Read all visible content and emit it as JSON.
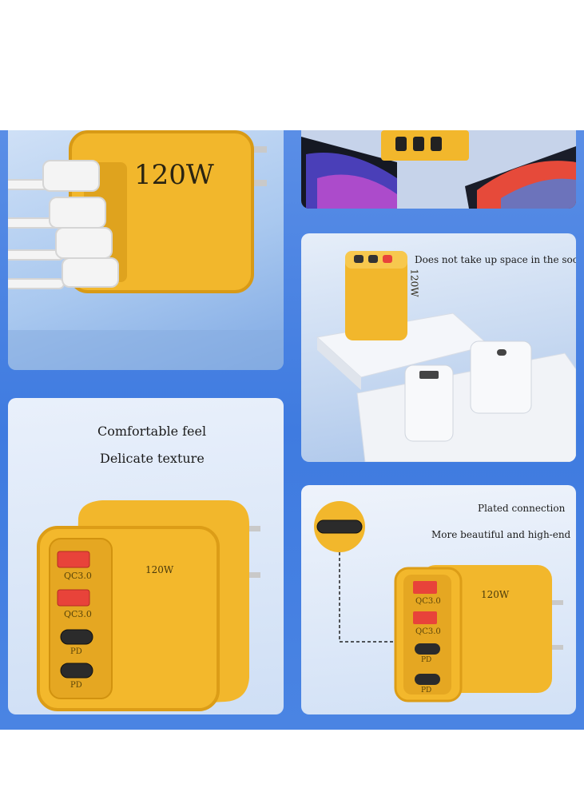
{
  "panel1": {
    "wattage": "120W"
  },
  "panel3": {
    "caption": "Does not take up space in the socket",
    "charger_wattage": "120W"
  },
  "panel4": {
    "line1": "Comfortable feel",
    "line2": "Delicate texture",
    "wattage": "120W",
    "port_labels": [
      "QC3.0",
      "QC3.0",
      "PD",
      "PD"
    ]
  },
  "panel5": {
    "caption1": "Plated connection",
    "caption2": "More beautiful and high-end",
    "wattage": "120W",
    "port_labels": [
      "QC3.0",
      "QC3.0",
      "PD",
      "PD"
    ]
  },
  "colors": {
    "band": "#4a84e3",
    "charger_yellow": "#f2b72c",
    "usb_a_red": "#e8433a"
  }
}
